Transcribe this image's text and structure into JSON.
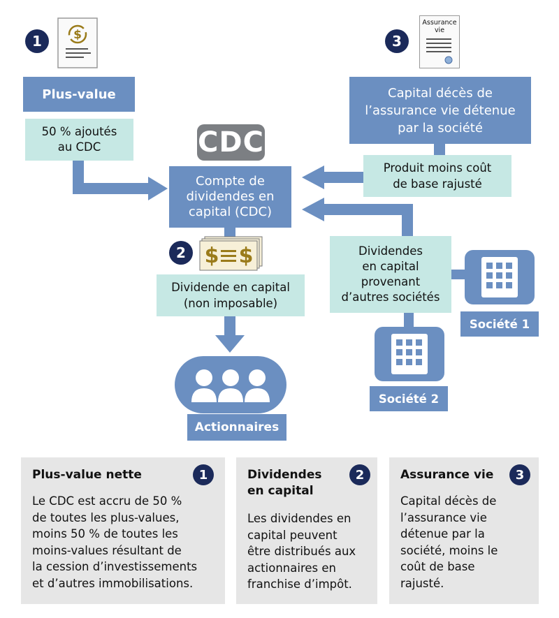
{
  "badges": {
    "one": "1",
    "two": "2",
    "three": "3"
  },
  "doc_life_title": "Assurance\nvie",
  "plus_value_label": "Plus-value",
  "fifty_pct_label": "50 % ajoutés\nau CDC",
  "cdc_label": "CDC",
  "cdc_box_label": "Compte de\ndividendes en\ncapital (CDC)",
  "capital_deces_label": "Capital décès de\nl’assurance vie détenue\npar la société",
  "produit_label": "Produit moins coût\nde base rajusté",
  "dividende_capital_label": "Dividende en capital\n(non imposable)",
  "dividendes_autres_label": "Dividendes\nen capital\nprovenant\nd’autres sociétés",
  "societe1_label": "Société 1",
  "societe2_label": "Société 2",
  "actionnaires_label": "Actionnaires",
  "panels": [
    {
      "title": "Plus-value nette",
      "badge": "1",
      "text": "Le CDC est accru de 50 %\nde toutes les plus-values,\nmoins 50 % de toutes les\nmoins-values résultant de\nla cession d’investissements\net d’autres immobilisations."
    },
    {
      "title": "Dividendes\nen capital",
      "badge": "2",
      "text": "Les dividendes en\ncapital peuvent\nêtre distribués aux\nactionnaires en\nfranchise d’impôt."
    },
    {
      "title": "Assurance vie",
      "badge": "3",
      "text": "Capital décès de\nl’assurance vie\ndétenue par la\nsociété, moins le\ncoût de base\nrajusté."
    }
  ],
  "colors": {
    "blue": "#6b8fc1",
    "teal": "#c6e8e4",
    "navy": "#1b2a5a",
    "grey": "#e6e6e6",
    "gold": "#9a7b1a"
  }
}
